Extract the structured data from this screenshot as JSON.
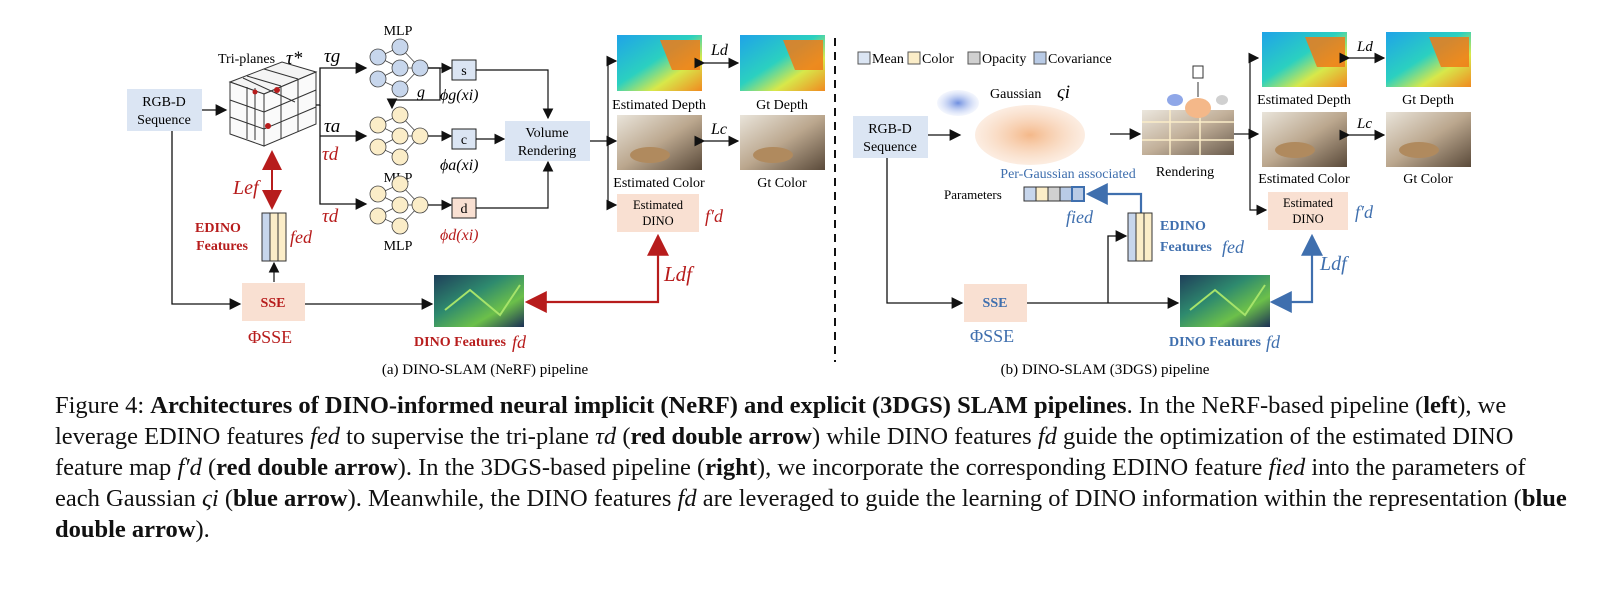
{
  "colors": {
    "red": "#b71c1c",
    "blue": "#3f6fae",
    "light_blue_box": "#dbe5f3",
    "peach_box": "#f9e0d2",
    "cream_node": "#fbedc8",
    "node_blue": "#c7d6ec"
  },
  "left": {
    "rgbd_line1": "RGB-D",
    "rgbd_line2": "Sequence",
    "triplanes_label": "Tri-planes",
    "tau_star": "τ*",
    "tau_g": "τg",
    "tau_a": "τa",
    "tau_d1": "τd",
    "tau_d2": "τd",
    "g_label": "g",
    "mlp_top": "MLP",
    "mlp_mid": "MLP",
    "mlp_bot": "MLP",
    "s_box": "s",
    "c_box": "c",
    "d_box": "d",
    "phi_g": "ϕg(xi)",
    "phi_a": "ϕa(xi)",
    "phi_d": "ϕd(xi)",
    "volume_line1": "Volume",
    "volume_line2": "Rendering",
    "est_depth": "Estimated Depth",
    "gt_depth": "Gt Depth",
    "est_color": "Estimated Color",
    "gt_color": "Gt Color",
    "L_d": "Ld",
    "L_c": "Lc",
    "est_dino_line1": "Estimated",
    "est_dino_line2": "DINO",
    "f_d_prime": "f′d",
    "L_ef": "Lef",
    "edino_line1": "EDINO",
    "edino_line2": "Features",
    "f_ed": "fed",
    "sse": "SSE",
    "phi_sse": "ΦSSE",
    "dino_features": "DINO Features",
    "f_d": "fd",
    "L_df": "Ldf",
    "subcaption": "(a) DINO-SLAM (NeRF) pipeline"
  },
  "right": {
    "legend": [
      "Mean",
      "Color",
      "Opacity",
      "Covariance"
    ],
    "legend_colors": [
      "#dbe5f3",
      "#fbedc8",
      "#d0d0d0",
      "#b9cbe6"
    ],
    "gaussian_label": "Gaussian",
    "varsigma": "ςi",
    "rgbd_line1": "RGB-D",
    "rgbd_line2": "Sequence",
    "per_gaussian": "Per-Gaussian associated",
    "parameters": "Parameters",
    "f_ed_i": "fied",
    "rendering": "Rendering",
    "est_depth": "Estimated Depth",
    "gt_depth": "Gt Depth",
    "est_color": "Estimated Color",
    "gt_color": "Gt Color",
    "L_d": "Ld",
    "L_c": "Lc",
    "est_dino_line1": "Estimated",
    "est_dino_line2": "DINO",
    "f_d_prime": "f′d",
    "edino_line1": "EDINO",
    "edino_line2": "Features",
    "f_ed": "fed",
    "sse": "SSE",
    "phi_sse": "ΦSSE",
    "dino_features": "DINO Features",
    "f_d": "fd",
    "L_df": "Ldf",
    "subcaption": "(b) DINO-SLAM (3DGS) pipeline"
  },
  "caption": {
    "figure_label": "Figure 4:",
    "bold_title": "Architectures of DINO-informed neural implicit (NeRF) and explicit (3DGS) SLAM pipelines",
    "t1": ". In the NeRF-based pipeline (",
    "b_left": "left",
    "t2": "), we leverage EDINO features",
    "m_fed": "fed",
    "t3": "to supervise the tri-plane",
    "m_taud": "τd",
    "t4": "(",
    "b_red1": "red double arrow",
    "t5": ") while DINO features",
    "m_fd": "fd",
    "t6": "guide the optimization of the estimated DINO feature map",
    "m_fdp": "f′d",
    "t7": "(",
    "b_red2": "red double arrow",
    "t8": "). In the 3DGS-based pipeline (",
    "b_right": "right",
    "t9": "), we incorporate the corresponding EDINO feature",
    "m_fedi": "fied",
    "t10": "into the parameters of each Gaussian",
    "m_vs": "ςi",
    "t11": "(",
    "b_blue": "blue arrow",
    "t12": "). Meanwhile, the DINO features",
    "m_fd2": "fd",
    "t13": "are leveraged to guide the learning of DINO information within the representation (",
    "b_blue2": "blue double arrow",
    "t14": ")."
  }
}
